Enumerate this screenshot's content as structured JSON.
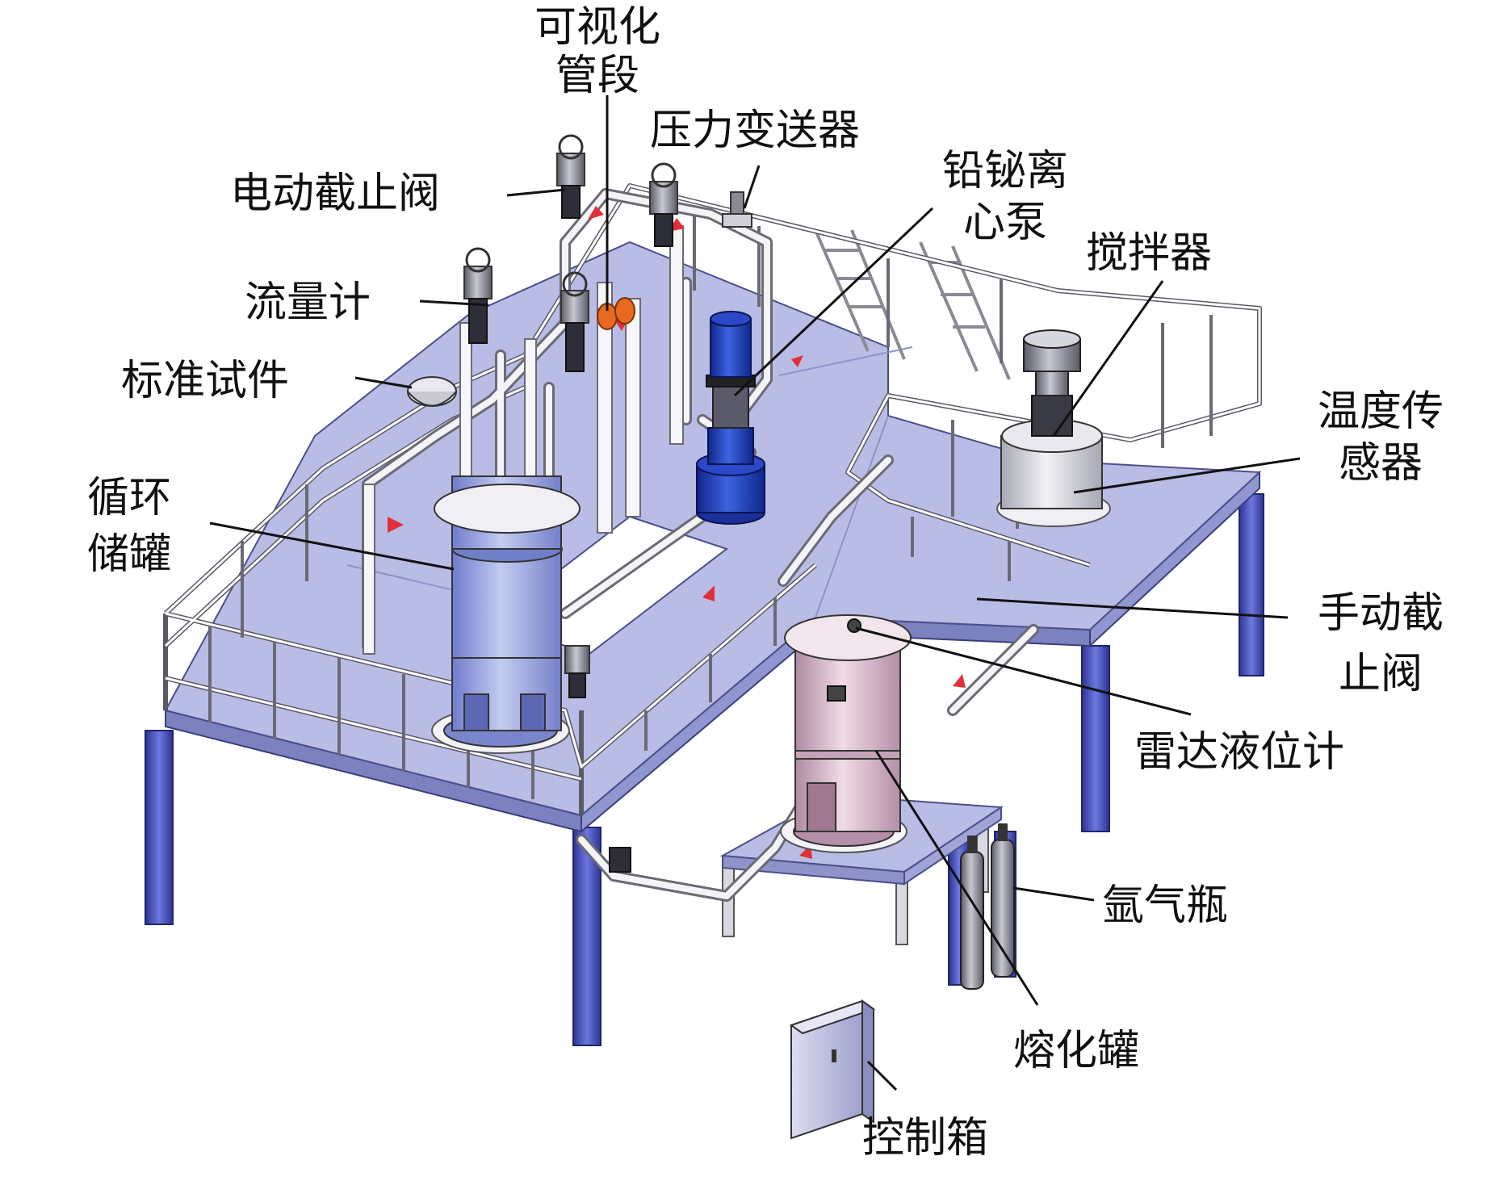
{
  "colors": {
    "deck": "#b9bde6",
    "deck_edge": "#8e93c8",
    "steel": "#5a64c8",
    "rail": "#ffffff",
    "rail_stroke": "#6a6a7a",
    "pipe": "#f4f4f6",
    "flow_arrow": "#e0303a",
    "pump": "#1e3cb4",
    "circ_tank": "#9aa6df",
    "melt_tank": "#d8b8c8",
    "mixer_tank": "#d8d8de",
    "cabinet": "#c9cbe6",
    "valve": "#4a4a55"
  },
  "labels": {
    "visual_pipe": [
      "可视化",
      "管段"
    ],
    "pressure_transmitter": "压力变送器",
    "motor_valve": "电动截止阀",
    "pbbi_pump": [
      "铅铋离",
      "心泵"
    ],
    "stirrer": "搅拌器",
    "flowmeter": "流量计",
    "standard_specimen": "标准试件",
    "temperature_sensor": [
      "温度传",
      "感器"
    ],
    "circulation_tank": [
      "循环",
      "储罐"
    ],
    "manual_valve": [
      "手动截",
      "止阀"
    ],
    "radar_level_gauge": "雷达液位计",
    "argon_bottle": "氩气瓶",
    "melting_tank": "熔化罐",
    "control_box": "控制箱"
  },
  "icons": {
    "pump": "centrifugal-pump-icon",
    "valve": "globe-valve-icon",
    "tank": "vertical-tank-icon",
    "cylinder": "gas-cylinder-icon",
    "cabinet": "control-cabinet-icon"
  }
}
